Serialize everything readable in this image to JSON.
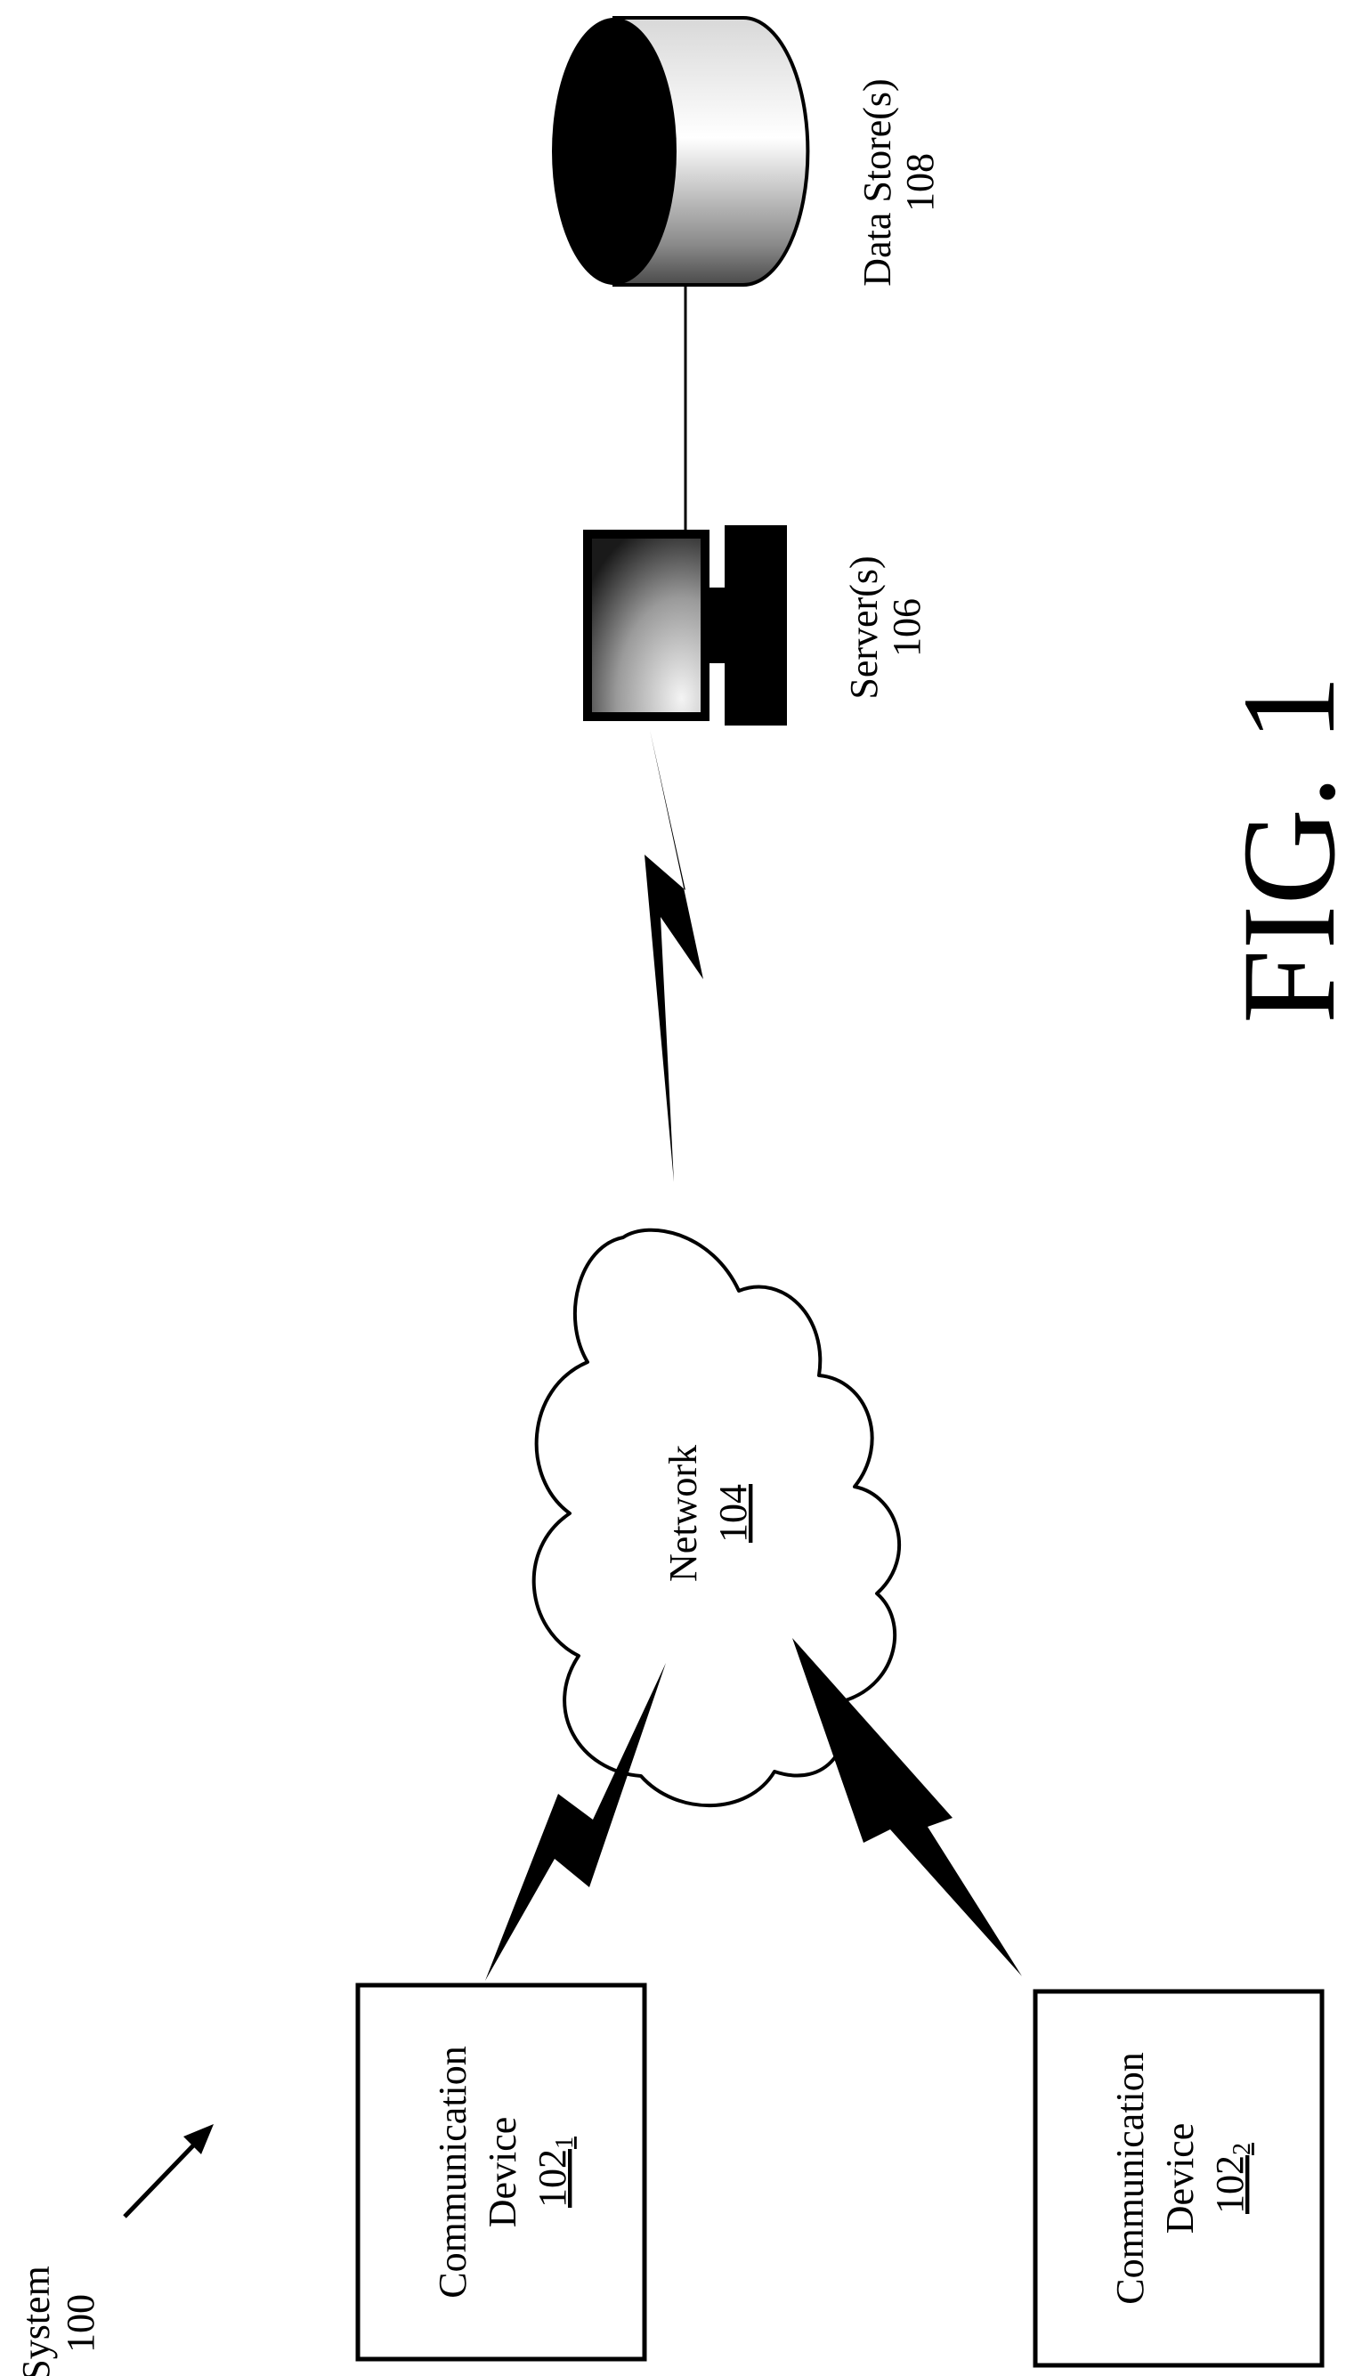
{
  "figure": {
    "label": "FIG. 1"
  },
  "system": {
    "name": "System",
    "ref": "100"
  },
  "nodes": {
    "device_1": {
      "name_line1": "Communication",
      "name_line2": "Device",
      "ref": "102",
      "sub": "1"
    },
    "device_2": {
      "name_line1": "Communication",
      "name_line2": "Device",
      "ref": "102",
      "sub": "2"
    },
    "network": {
      "name": "Network",
      "ref": "104"
    },
    "server": {
      "name": "Server(s)",
      "ref": "106"
    },
    "datastore": {
      "name": "Data Store(s)",
      "ref": "108"
    }
  },
  "connections": [
    {
      "from": "device_1",
      "to": "network",
      "type": "wireless"
    },
    {
      "from": "device_2",
      "to": "network",
      "type": "wireless"
    },
    {
      "from": "network",
      "to": "server",
      "type": "wireless"
    },
    {
      "from": "server",
      "to": "datastore",
      "type": "wired"
    }
  ]
}
